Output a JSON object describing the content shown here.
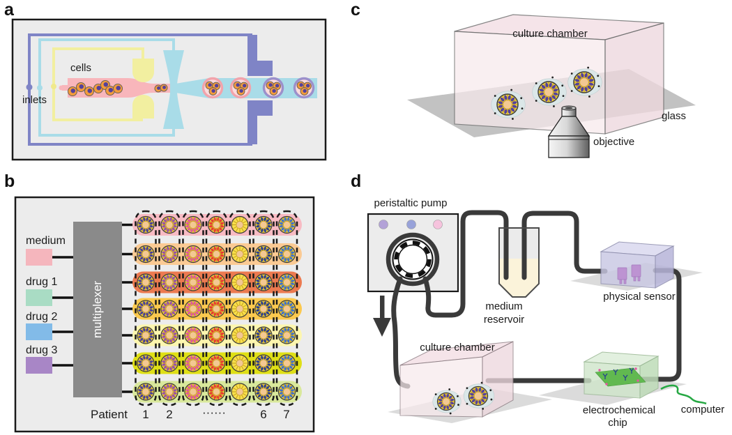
{
  "figure": {
    "panels": {
      "a": {
        "letter": "a",
        "cells_label": "cells",
        "inlets_label": "inlets"
      },
      "b": {
        "letter": "b",
        "inputs": [
          {
            "label": "medium",
            "color": "#f5b6bd"
          },
          {
            "label": "drug 1",
            "color": "#a9dcc4"
          },
          {
            "label": "drug 2",
            "color": "#82bbe8"
          },
          {
            "label": "drug 3",
            "color": "#a886c6"
          }
        ],
        "multiplexer_label": "multiplexer",
        "patient_label": "Patient",
        "column_labels": [
          "1",
          "2",
          "······",
          "6",
          "7"
        ],
        "row_colors": [
          "#f8bbc3",
          "#fbca93",
          "#ec7a50",
          "#fcc94e",
          "#fdf6ae",
          "#dfdf16",
          "#d9e89b"
        ],
        "nucleus_colors": [
          "#4a3f97",
          "#9850a8",
          "#e0559f",
          "#e73a31",
          "none",
          "#2c3e8e",
          "#4070c8"
        ]
      },
      "c": {
        "letter": "c",
        "chamber_label": "culture chamber",
        "glass_label": "glass",
        "objective_label": "objective"
      },
      "d": {
        "letter": "d",
        "pump_label": "peristaltic pump",
        "reservoir_label_line1": "medium",
        "reservoir_label_line2": "reservoir",
        "sensor_label": "physical sensor",
        "chamber_label": "culture chamber",
        "chip_label_line1": "electrochemical",
        "chip_label_line2": "chip",
        "computer_label": "computer"
      }
    },
    "colors": {
      "panel_bg": "#ececec",
      "channel_purple": "#7f84c6",
      "channel_cyan": "#a9dce8",
      "channel_yellow": "#f2efa0",
      "channel_pink": "#f8b6bb",
      "cell_orange": "#f49c3a",
      "cell_nucleus": "#54419b",
      "droplet_fill": "#fbdadc",
      "droplet_ring_pink": "#f2a3ab",
      "droplet_ring_purple": "#9c90cb",
      "multiplexer_gray": "#8a8a8a",
      "organoid_body": "#f7df4b",
      "organoid_spoke": "#c49a1e",
      "organoid_center": "#f3c893",
      "organoid_halo": "#dbe7e8",
      "tube_dark": "#3a3a3a",
      "pump_dots": [
        "#b3a2d7",
        "#98a2d9",
        "#f6c3dd"
      ],
      "reservoir_liquid": "#fbf3da",
      "sensor_box": "#c9c8e3",
      "chip_box": "#cfe5ca",
      "chip_plate": "#61b950",
      "computer_wire": "#27a844",
      "glass_gray": "#b9b9b9"
    }
  }
}
